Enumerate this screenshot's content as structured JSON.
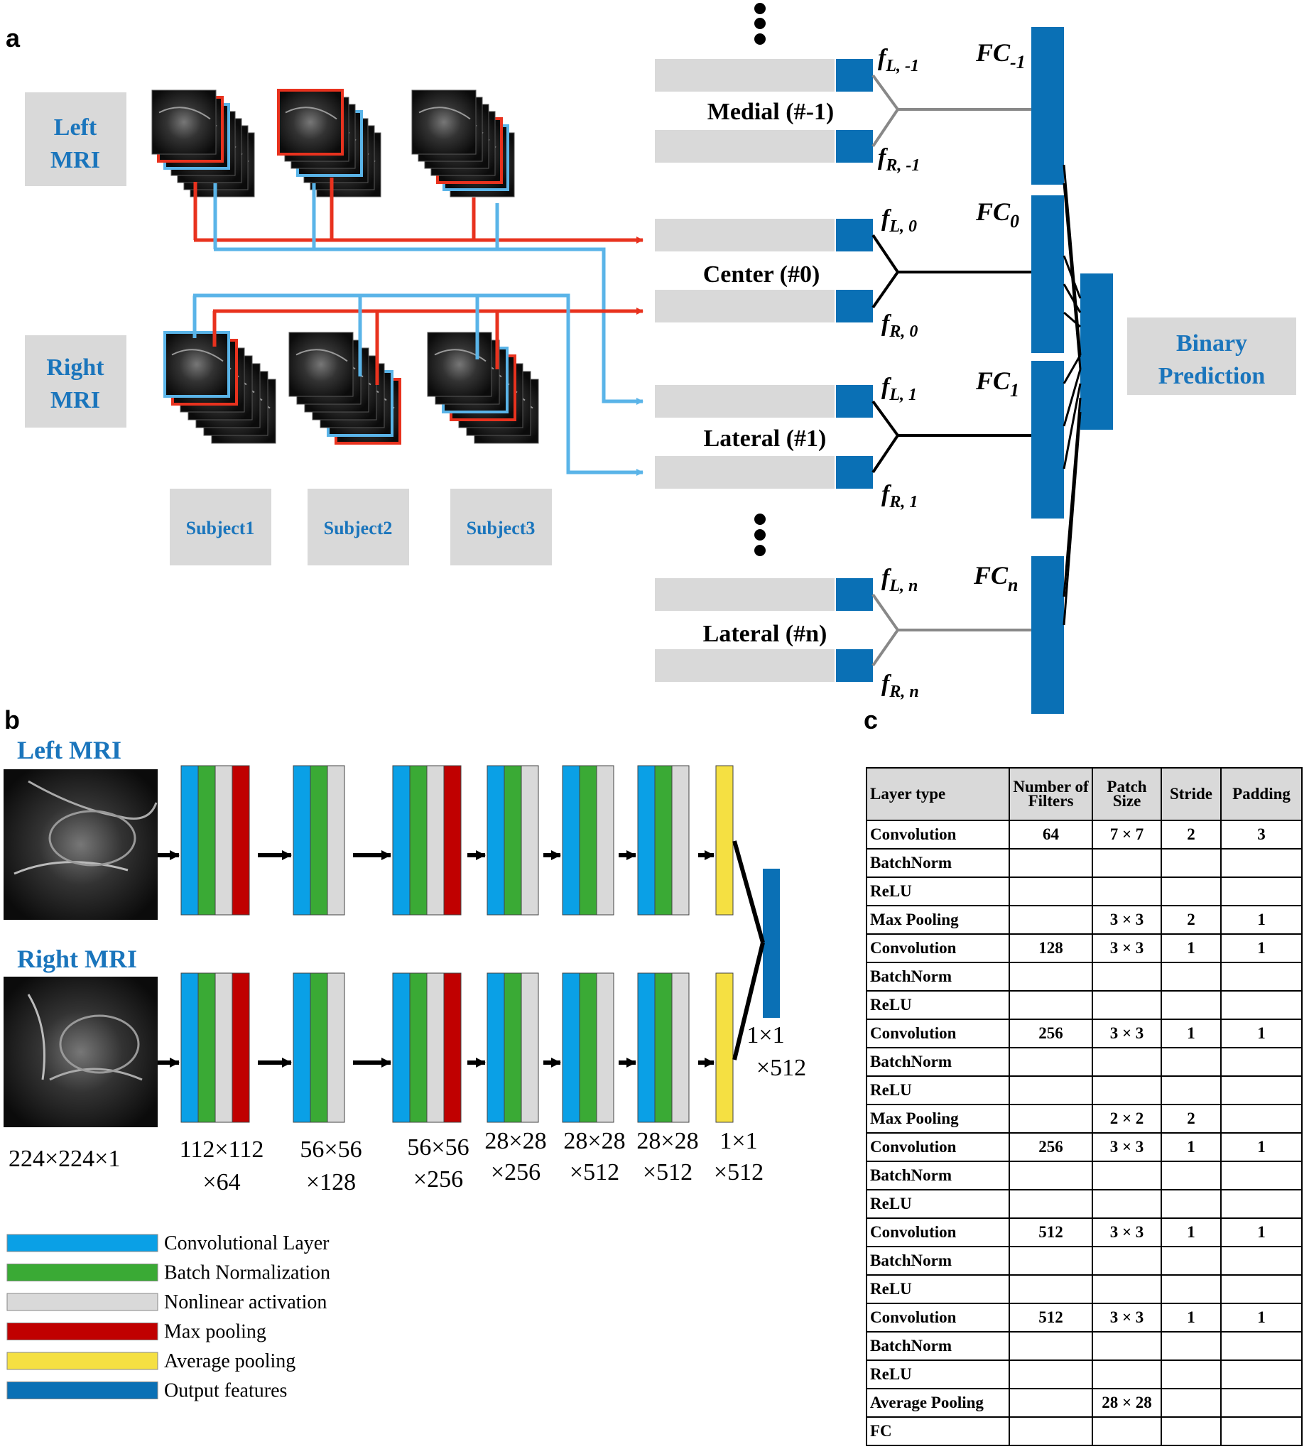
{
  "panel_a": {
    "label": "a",
    "left_mri": [
      "Left",
      "MRI"
    ],
    "right_mri": [
      "Right",
      "MRI"
    ],
    "subjects": [
      "Subject1",
      "Subject2",
      "Subject3"
    ],
    "branches": [
      {
        "name": "Medial (#-1)",
        "fl_main": "f",
        "fl_sub": "L, -1",
        "fr_main": "f",
        "fr_sub": "R, -1",
        "fc_main": "FC",
        "fc_sub": "-1"
      },
      {
        "name": "Center (#0)",
        "fl_main": "f",
        "fl_sub": "L, 0",
        "fr_main": "f",
        "fr_sub": "R, 0",
        "fc_main": "FC",
        "fc_sub": "0"
      },
      {
        "name": "Lateral (#1)",
        "fl_main": "f",
        "fl_sub": "L, 1",
        "fr_main": "f",
        "fr_sub": "R, 1",
        "fc_main": "FC",
        "fc_sub": "1"
      },
      {
        "name": "Lateral (#n)",
        "fl_main": "f",
        "fl_sub": "L, n",
        "fr_main": "f",
        "fr_sub": "R, n",
        "fc_main": "FC",
        "fc_sub": "n"
      }
    ],
    "binary_prediction": [
      "Binary",
      "Prediction"
    ]
  },
  "panel_b": {
    "label": "b",
    "left_mri": "Left MRI",
    "right_mri": "Right MRI",
    "input_dim": "224×224×1",
    "stage_dims": [
      [
        "112×112",
        "×64"
      ],
      [
        "56×56",
        "×128"
      ],
      [
        "56×56",
        "×256"
      ],
      [
        "28×28",
        "×256"
      ],
      [
        "28×28",
        "×512"
      ],
      [
        "28×28",
        "×512"
      ],
      [
        "1×1",
        "×512"
      ]
    ],
    "output_dim": [
      "1×1",
      "×512"
    ],
    "legend": [
      {
        "label": "Convolutional Layer",
        "color": "#0aa0e6"
      },
      {
        "label": "Batch Normalization",
        "color": "#3aaa35"
      },
      {
        "label": "Nonlinear activation",
        "color": "#d9d9d9"
      },
      {
        "label": "Max pooling",
        "color": "#c00000"
      },
      {
        "label": "Average pooling",
        "color": "#f5e042"
      },
      {
        "label": "Output features",
        "color": "#0a70b5"
      }
    ]
  },
  "panel_c": {
    "label": "c",
    "headers": [
      "Layer type",
      "Number of Filters",
      "Patch Size",
      "Stride",
      "Padding"
    ],
    "rows": [
      [
        "Convolution",
        "64",
        "7 × 7",
        "2",
        "3"
      ],
      [
        "BatchNorm",
        "",
        "",
        "",
        ""
      ],
      [
        "ReLU",
        "",
        "",
        "",
        ""
      ],
      [
        "Max Pooling",
        "",
        "3 × 3",
        "2",
        "1"
      ],
      [
        "Convolution",
        "128",
        "3 × 3",
        "1",
        "1"
      ],
      [
        "BatchNorm",
        "",
        "",
        "",
        ""
      ],
      [
        "ReLU",
        "",
        "",
        "",
        ""
      ],
      [
        "Convolution",
        "256",
        "3 × 3",
        "1",
        "1"
      ],
      [
        "BatchNorm",
        "",
        "",
        "",
        ""
      ],
      [
        "ReLU",
        "",
        "",
        "",
        ""
      ],
      [
        "Max Pooling",
        "",
        "2 × 2",
        "2",
        ""
      ],
      [
        "Convolution",
        "256",
        "3 × 3",
        "1",
        "1"
      ],
      [
        "BatchNorm",
        "",
        "",
        "",
        ""
      ],
      [
        "ReLU",
        "",
        "",
        "",
        ""
      ],
      [
        "Convolution",
        "512",
        "3 × 3",
        "1",
        "1"
      ],
      [
        "BatchNorm",
        "",
        "",
        "",
        ""
      ],
      [
        "ReLU",
        "",
        "",
        "",
        ""
      ],
      [
        "Convolution",
        "512",
        "3 × 3",
        "1",
        "1"
      ],
      [
        "BatchNorm",
        "",
        "",
        "",
        ""
      ],
      [
        "ReLU",
        "",
        "",
        "",
        ""
      ],
      [
        "Average Pooling",
        "",
        "28 × 28",
        "",
        ""
      ],
      [
        "FC",
        "",
        "",
        "",
        ""
      ]
    ]
  },
  "colors": {
    "blue_text": "#1a75bc",
    "gray_box": "#d9d9d9",
    "feature_blue": "#0a70b5",
    "red_line": "#e8321e",
    "cyan_line": "#5ab4e8",
    "conv": "#0aa0e6",
    "bn": "#3aaa35",
    "relu": "#d9d9d9",
    "maxpool": "#c00000",
    "avgpool": "#f5e042"
  }
}
